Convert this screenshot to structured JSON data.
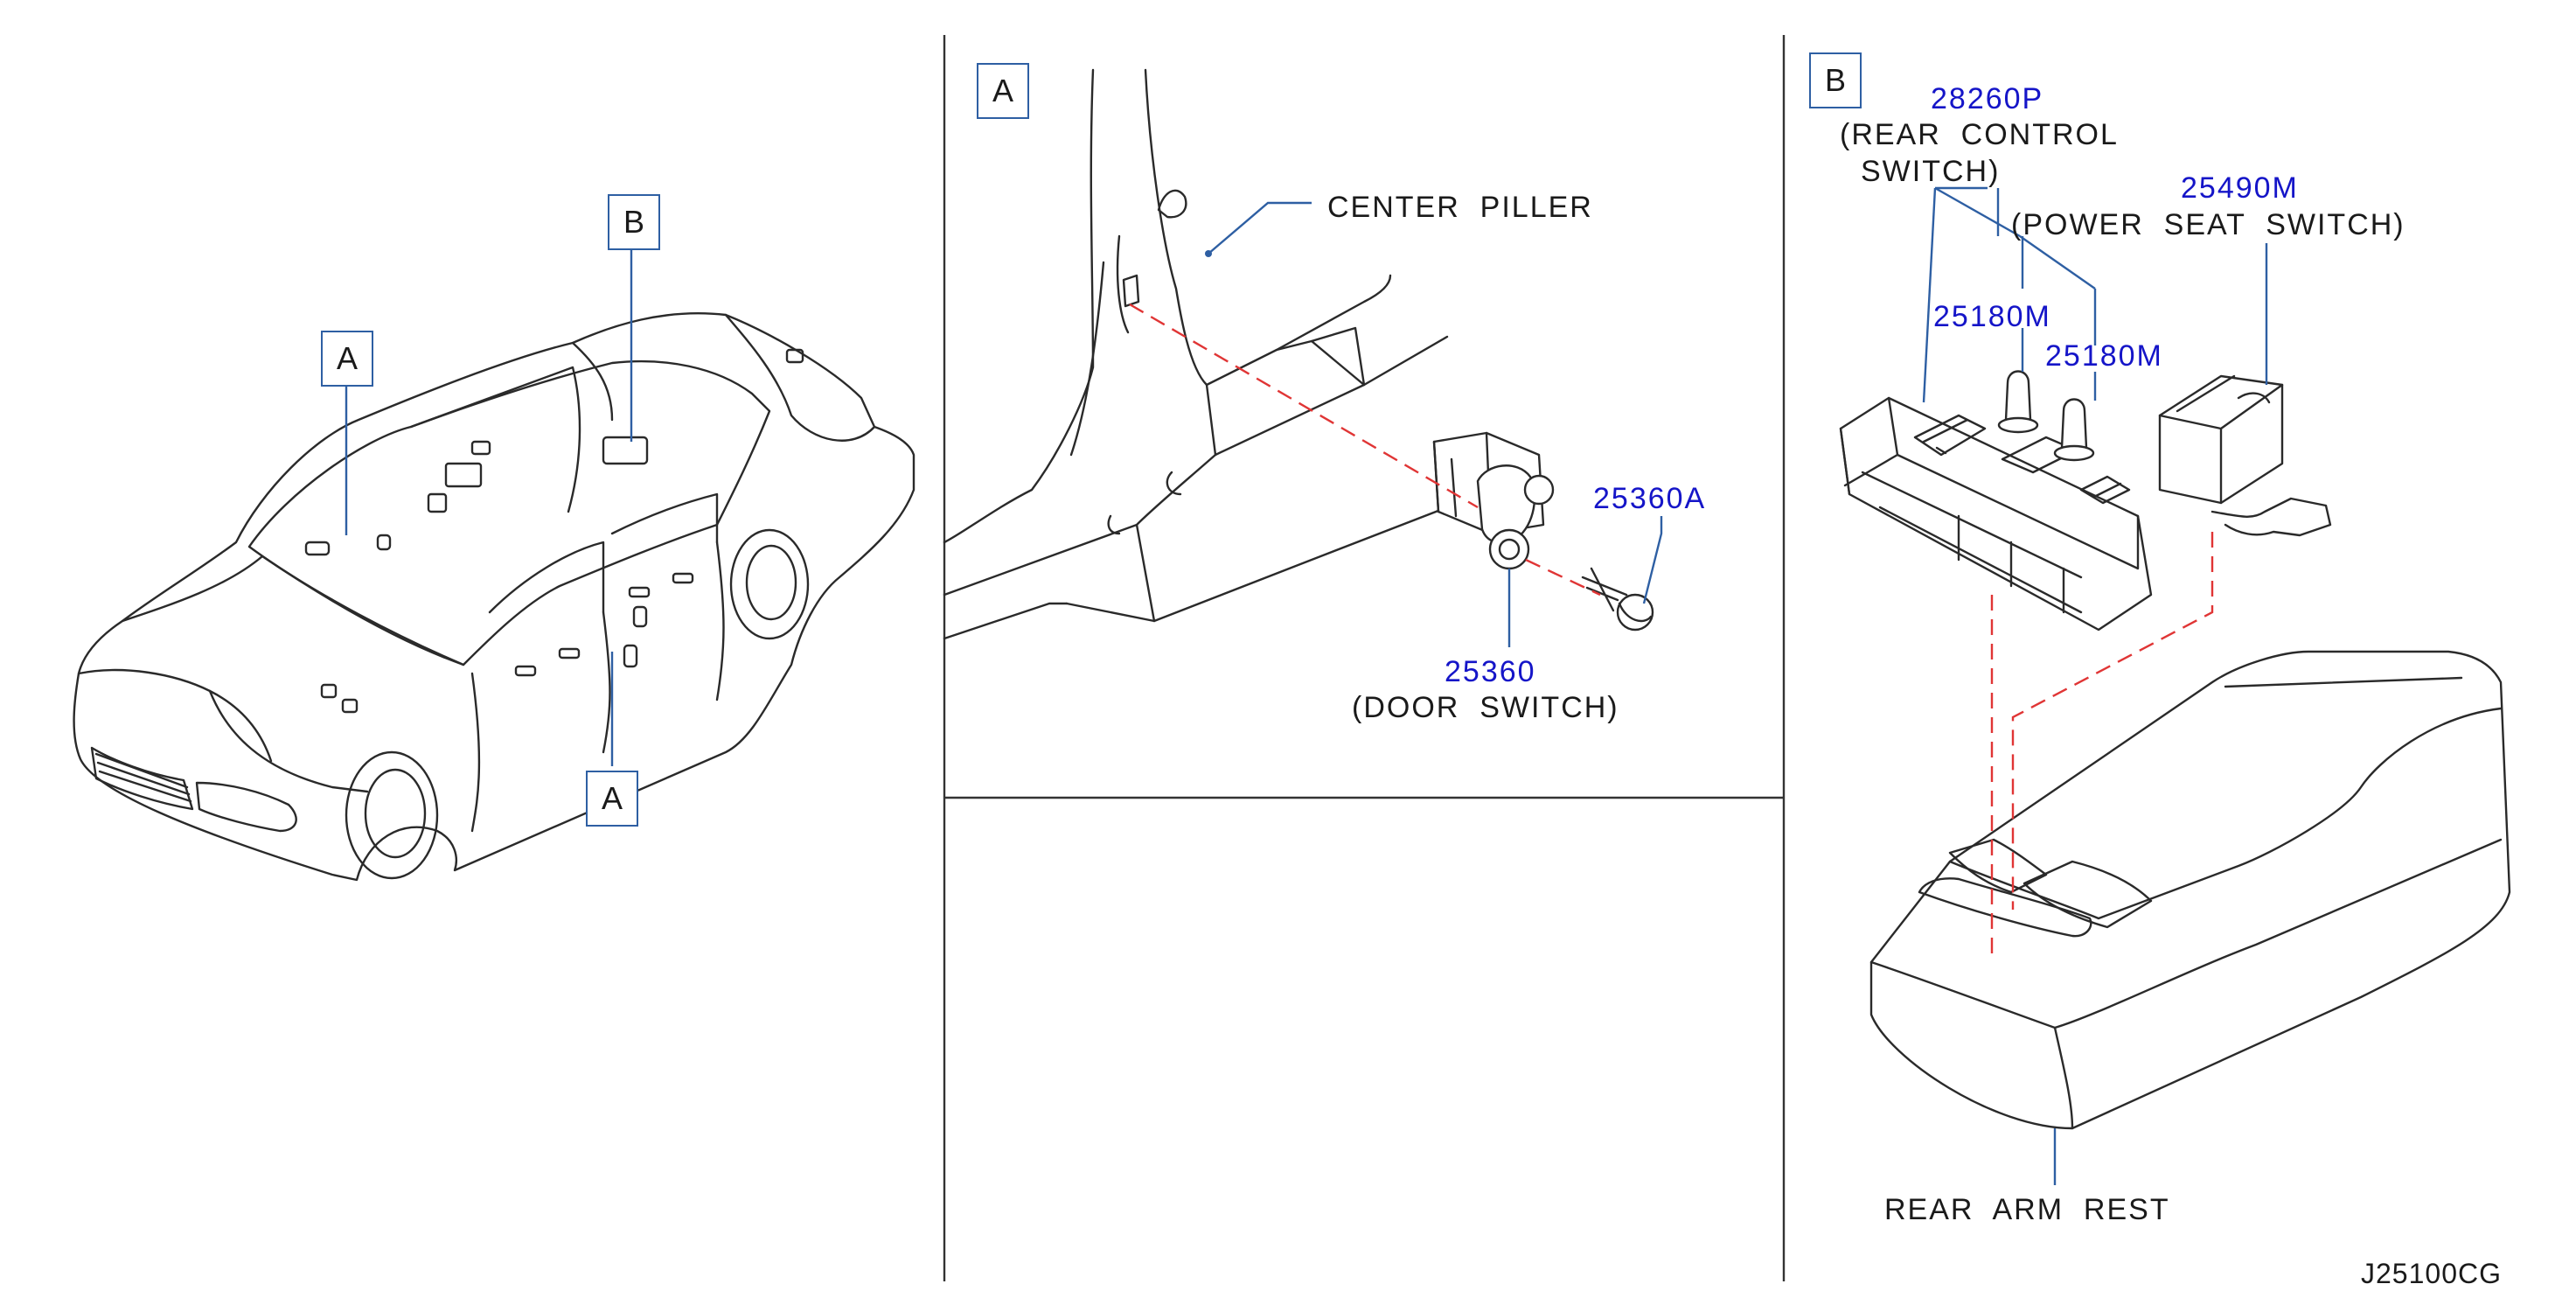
{
  "diagram_id": "J25100CG",
  "callouts": {
    "overview_A_upper": "A",
    "overview_A_lower": "A",
    "overview_B": "B",
    "panel_A": "A",
    "panel_B": "B"
  },
  "panel_a": {
    "center_pillar": "CENTER  PILLER",
    "screw_part": "25360A",
    "door_switch_part": "25360",
    "door_switch_name": "(DOOR  SWITCH)"
  },
  "panel_b": {
    "rear_control_part": "28260P",
    "rear_control_name_1": "(REAR  CONTROL",
    "rear_control_name_2": "SWITCH)",
    "power_seat_part": "25490M",
    "power_seat_name": "(POWER  SEAT  SWITCH)",
    "bulb_part_1": "25180M",
    "bulb_part_2": "25180M",
    "arm_rest": "REAR  ARM  REST"
  },
  "colors": {
    "part_number": "#1515c8",
    "leader": "#2e5fa3",
    "alignment_dash": "#e03535"
  }
}
